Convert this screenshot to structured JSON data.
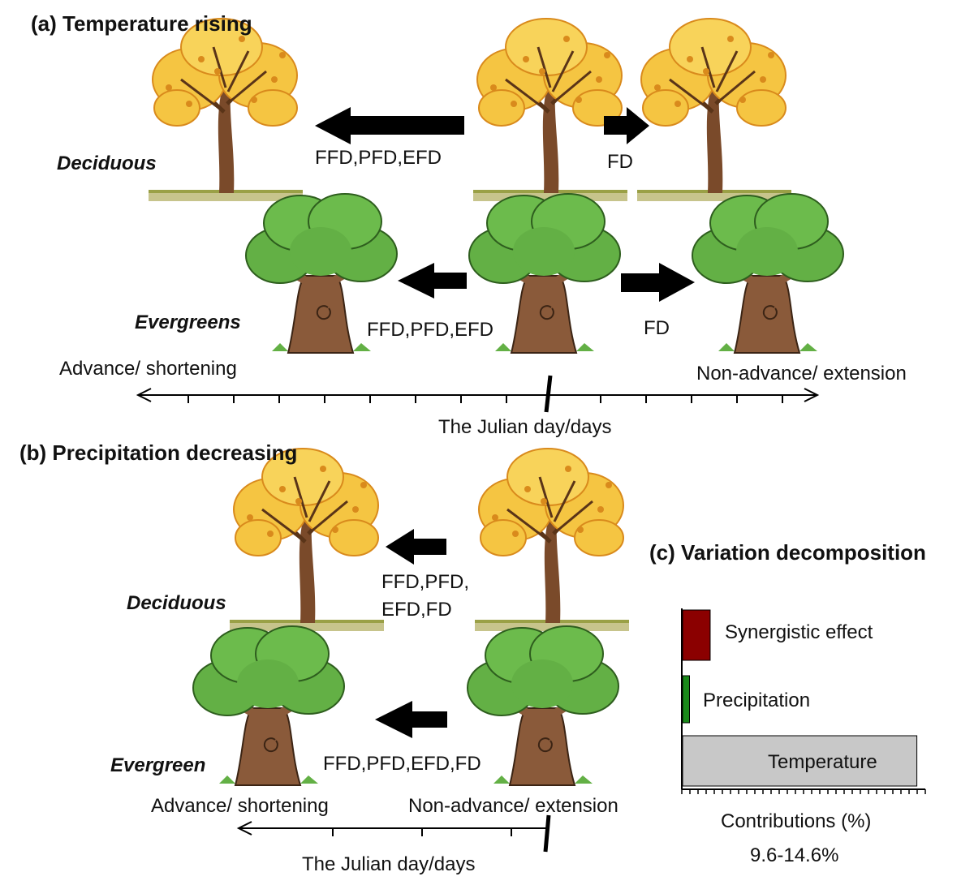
{
  "panel_a": {
    "title": "(a) Temperature rising",
    "deciduous_label": "Deciduous",
    "evergreen_label": "Evergreens",
    "deciduous_advance_label": "FFD,PFD,EFD",
    "deciduous_delay_label": "FD",
    "evergreen_advance_label": "FFD,PFD,EFD",
    "evergreen_delay_label": "FD",
    "axis_left_label": "Advance/ shortening",
    "axis_right_label": "Non-advance/ extension",
    "axis_caption": "The Julian day/days"
  },
  "panel_b": {
    "title": "(b) Precipitation decreasing",
    "deciduous_label": "Deciduous",
    "evergreen_label": "Evergreen",
    "deciduous_advance_line1": "FFD,PFD,",
    "deciduous_advance_line2": "EFD,FD",
    "evergreen_advance_label": "FFD,PFD,EFD,FD",
    "axis_left_label": "Advance/ shortening",
    "axis_right_label": "Non-advance/ extension",
    "axis_caption": "The Julian day/days"
  },
  "panel_c": {
    "title": "(c) Variation decomposition",
    "xlabel": "Contributions (%)",
    "range_note": "9.6-14.6%",
    "bars": [
      {
        "name": "Synergistic effect",
        "value": 1.0,
        "color": "#8b0000"
      },
      {
        "name": "Precipitation",
        "value": 0.25,
        "color": "#1a8a1a"
      },
      {
        "name": "Temperature",
        "value": 8.5,
        "color": "#c8c8c8"
      }
    ],
    "xmax": 8.6
  },
  "colors": {
    "leaf_yellow": "#f5c542",
    "leaf_orange": "#d98a1c",
    "leaf_green": "#63b045",
    "trunk_brown": "#7a4a2a",
    "ground": "#c7c48c"
  }
}
